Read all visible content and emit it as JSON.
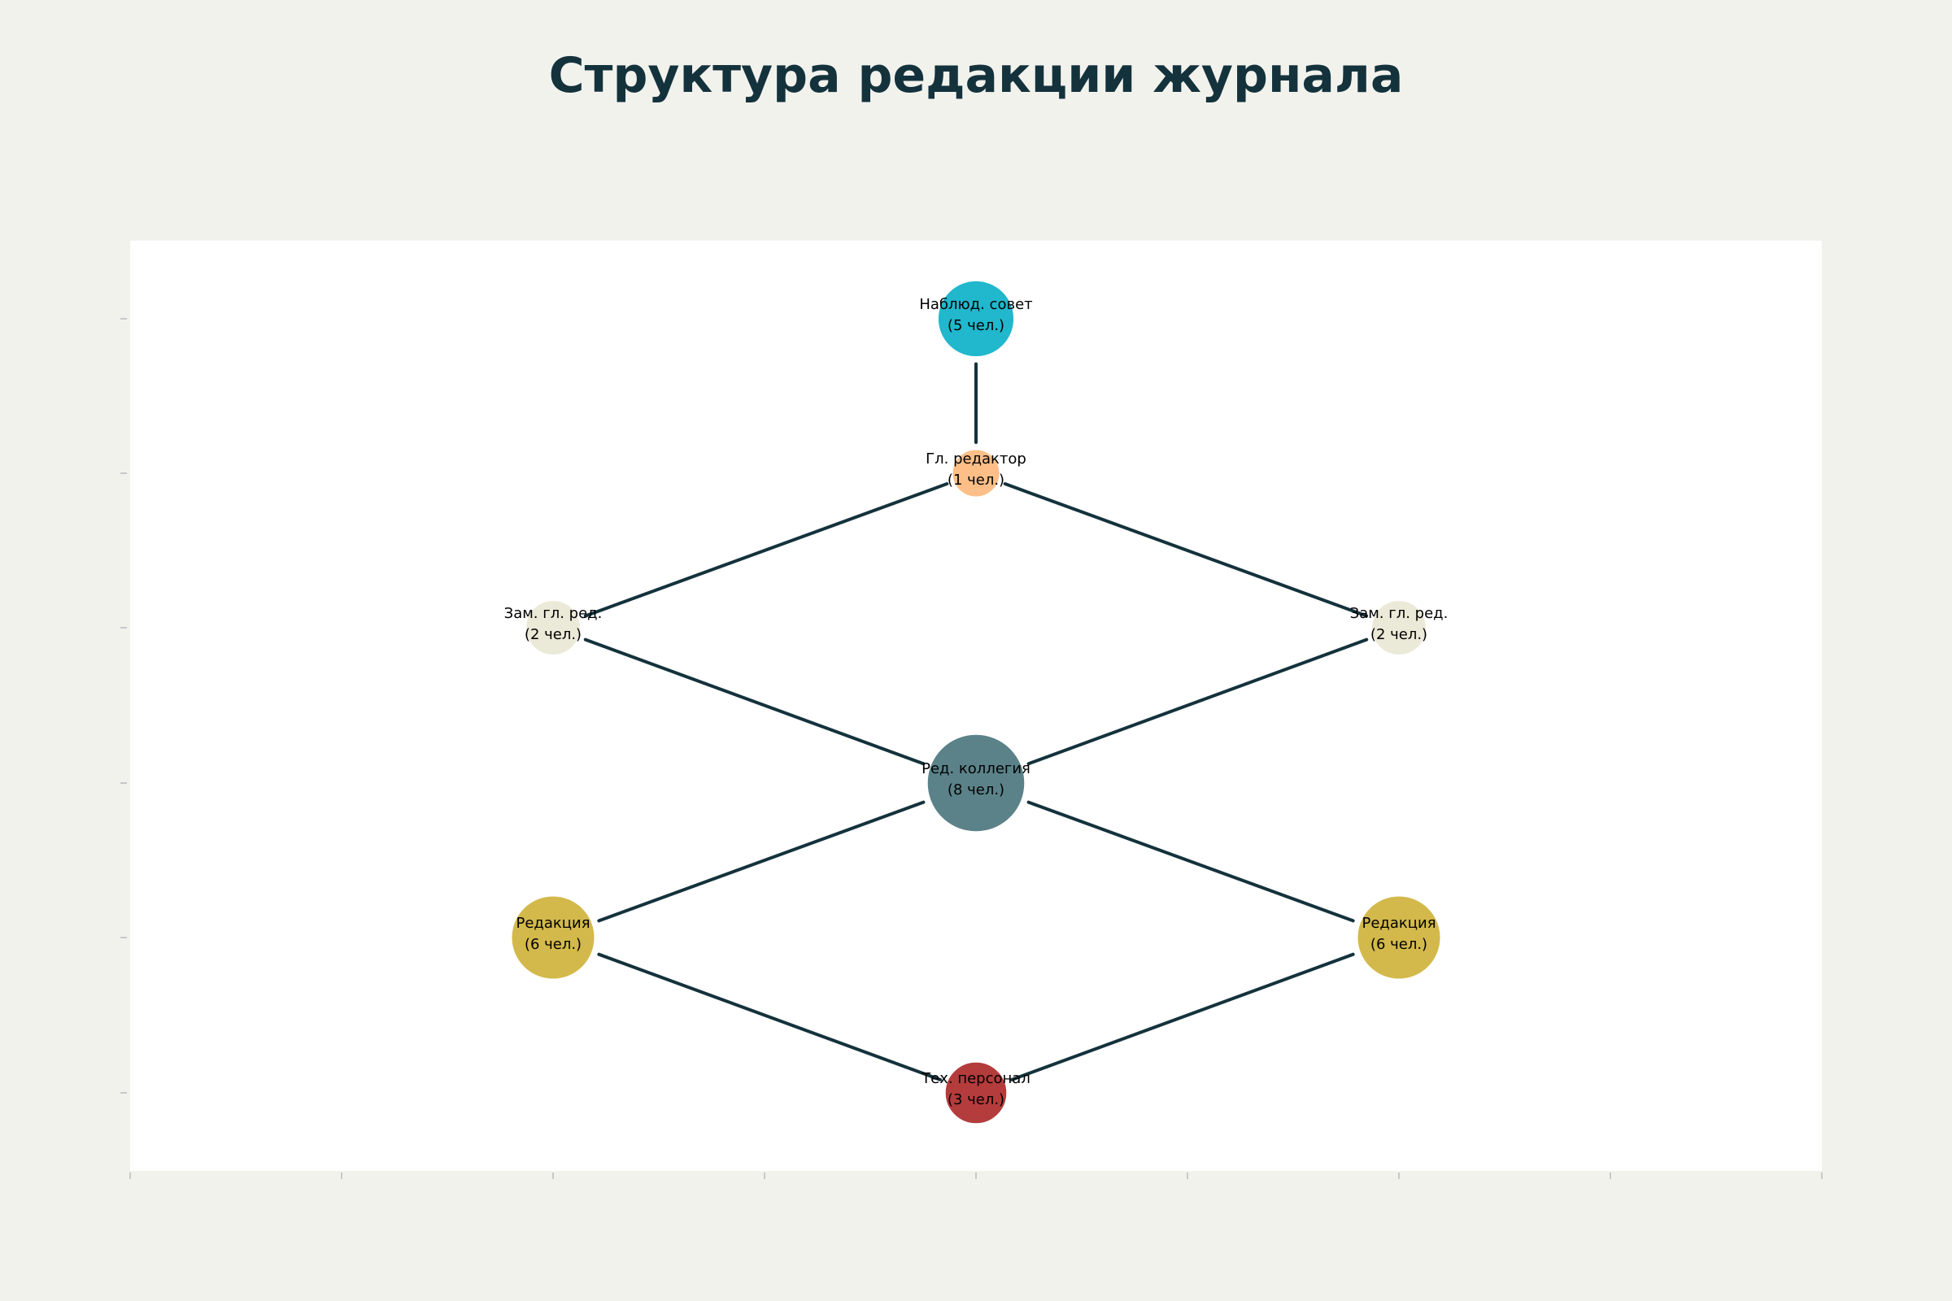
{
  "title": "Структура редакции журнала",
  "colors": {
    "background": "#f2f2ed",
    "plot": "#ffffff",
    "edge": "#14323c",
    "title": "#14323c",
    "axis_tick": "#c8c8c8"
  },
  "nodes": [
    {
      "id": "board",
      "line1": "Наблюд. совет",
      "line2": "(5 чел.)",
      "count": 5,
      "color": "#21b7cd"
    },
    {
      "id": "chief",
      "line1": "Гл. редактор",
      "line2": "(1 чел.)",
      "count": 1,
      "color": "#fdbf87"
    },
    {
      "id": "deputyL",
      "line1": "Зам. гл. ред.",
      "line2": "(2 чел.)",
      "count": 2,
      "color": "#ebe9d7"
    },
    {
      "id": "deputyR",
      "line1": "Зам. гл. ред.",
      "line2": "(2 чел.)",
      "count": 2,
      "color": "#ebe9d7"
    },
    {
      "id": "college",
      "line1": "Ред. коллегия",
      "line2": "(8 чел.)",
      "count": 8,
      "color": "#5b8289"
    },
    {
      "id": "staffL",
      "line1": "Редакция",
      "line2": "(6 чел.)",
      "count": 6,
      "color": "#d3b94b"
    },
    {
      "id": "staffR",
      "line1": "Редакция",
      "line2": "(6 чел.)",
      "count": 6,
      "color": "#d3b94b"
    },
    {
      "id": "tech",
      "line1": "Тех. персонал",
      "line2": "(3 чел.)",
      "count": 3,
      "color": "#b53c3c"
    }
  ],
  "edges": [
    [
      "board",
      "chief"
    ],
    [
      "chief",
      "deputyL"
    ],
    [
      "chief",
      "deputyR"
    ],
    [
      "deputyL",
      "college"
    ],
    [
      "deputyR",
      "college"
    ],
    [
      "college",
      "staffL"
    ],
    [
      "college",
      "staffR"
    ],
    [
      "staffL",
      "tech"
    ],
    [
      "staffR",
      "tech"
    ]
  ]
}
